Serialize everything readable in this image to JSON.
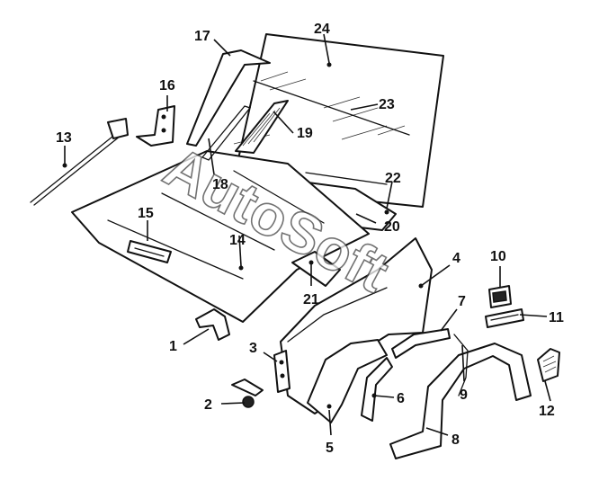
{
  "watermark": "AutoSoft",
  "callouts": {
    "c1": "1",
    "c2": "2",
    "c3": "3",
    "c4": "4",
    "c5": "5",
    "c6": "6",
    "c7": "7",
    "c8": "8",
    "c9": "9",
    "c10": "10",
    "c11": "11",
    "c12": "12",
    "c13": "13",
    "c14": "14",
    "c15": "15",
    "c16": "16",
    "c17": "17",
    "c18": "18",
    "c19": "19",
    "c20": "20",
    "c21": "21",
    "c22": "22",
    "c23": "23",
    "c24": "24"
  }
}
